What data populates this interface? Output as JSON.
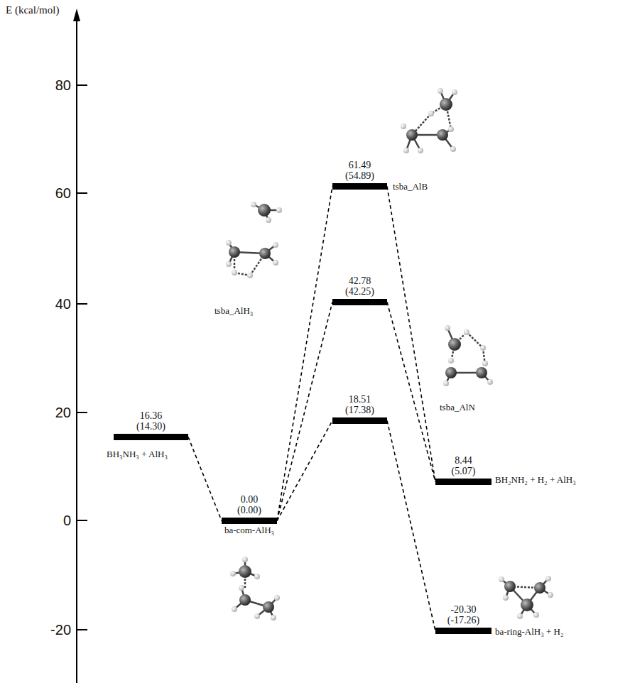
{
  "diagram": {
    "nodes": [
      {
        "text": [
          "16.36",
          "(14.30)",
          "BH₃NH₃ + AlH₃"
        ]
      },
      {
        "text": [
          "0.00",
          "(0.00)",
          "ba-com-AlH₃"
        ]
      },
      {
        "text": [
          "61.49",
          "(54.89)",
          "tsba_AlB"
        ]
      },
      {
        "text": [
          "42.78",
          "(42.25)",
          "tsba_AlH₃"
        ]
      },
      {
        "text": [
          "18.51",
          "(17.38)",
          "tsba_AlN"
        ]
      },
      {
        "text": [
          "8.44",
          "(5.07)",
          "BH₂NH₂ + H₂ + AlH₃"
        ]
      },
      {
        "text": [
          "-20.30",
          "(-17.26)",
          "ba-ring-AlH₃ + H₂"
        ]
      }
    ],
    "edges": [
      {
        "from": 0,
        "to": 1,
        "arrow": "none"
      },
      {
        "from": 1,
        "to": 2,
        "arrow": "none"
      },
      {
        "from": 1,
        "to": 3,
        "arrow": "none"
      },
      {
        "from": 1,
        "to": 4,
        "arrow": "none"
      },
      {
        "from": 2,
        "to": 5,
        "arrow": "none"
      },
      {
        "from": 3,
        "to": 5,
        "arrow": "none"
      },
      {
        "from": 4,
        "to": 6,
        "arrow": "none"
      }
    ],
    "labels": [
      "E (kcal/mol)",
      "80",
      "60",
      "40",
      "20",
      "0",
      "-20"
    ]
  }
}
